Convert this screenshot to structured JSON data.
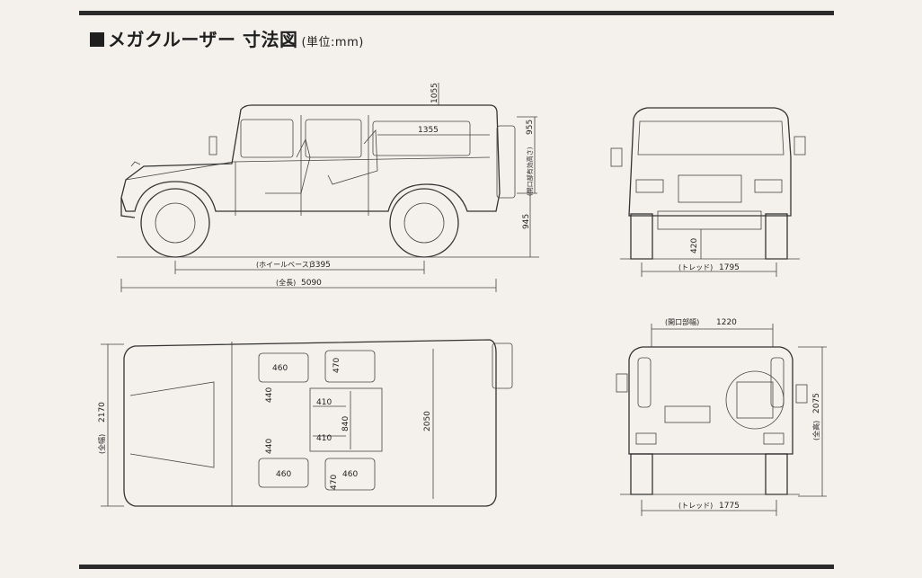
{
  "title": {
    "main": "メガクルーザー 寸法図",
    "unit": "(単位:mm)"
  },
  "dimensions": {
    "height_roof": "1055",
    "height_door": "955",
    "height_door_label": "(開口部有効高さ)",
    "window_length": "1355",
    "height_body": "945",
    "wheelbase": "3395",
    "wheelbase_label": "(ホイールベース)",
    "length_total": "5090",
    "length_label": "(全長)",
    "front_clearance": "420",
    "front_tread": "1795",
    "front_tread_label": "(トレッド)",
    "width_total": "2170",
    "width_label": "(全幅)",
    "seat_width_1": "460",
    "seat_depth_1": "470",
    "seat_gap_1": "440",
    "aisle_1": "410",
    "aisle_2": "410",
    "aisle_length": "840",
    "cargo_length": "2050",
    "seat_gap_2": "440",
    "seat_width_2": "460",
    "seat_width_3": "460",
    "seat_depth_2": "470",
    "rear_opening": "1220",
    "rear_opening_label": "(開口部幅)",
    "rear_height": "2075",
    "rear_height_label": "(全高)",
    "rear_tread": "1775",
    "rear_tread_label": "(トレッド)"
  }
}
